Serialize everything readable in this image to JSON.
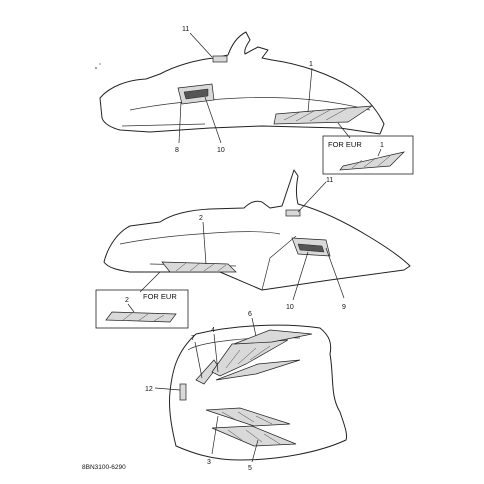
{
  "callouts": {
    "top": {
      "n11": "11",
      "n1": "1",
      "n8": "8",
      "n10": "10"
    },
    "middle": {
      "n11": "11",
      "n2": "2",
      "n10": "10",
      "n9": "9"
    },
    "bottom": {
      "n7": "7",
      "n4": "4",
      "n6": "6",
      "n12": "12",
      "n3": "3",
      "n5": "5"
    }
  },
  "inset_boxes": {
    "top": {
      "label": "FOR EUR",
      "part": "1"
    },
    "middle": {
      "label": "FOR EUR",
      "part": "2"
    }
  },
  "drawing_code": "8BN3100-6290"
}
